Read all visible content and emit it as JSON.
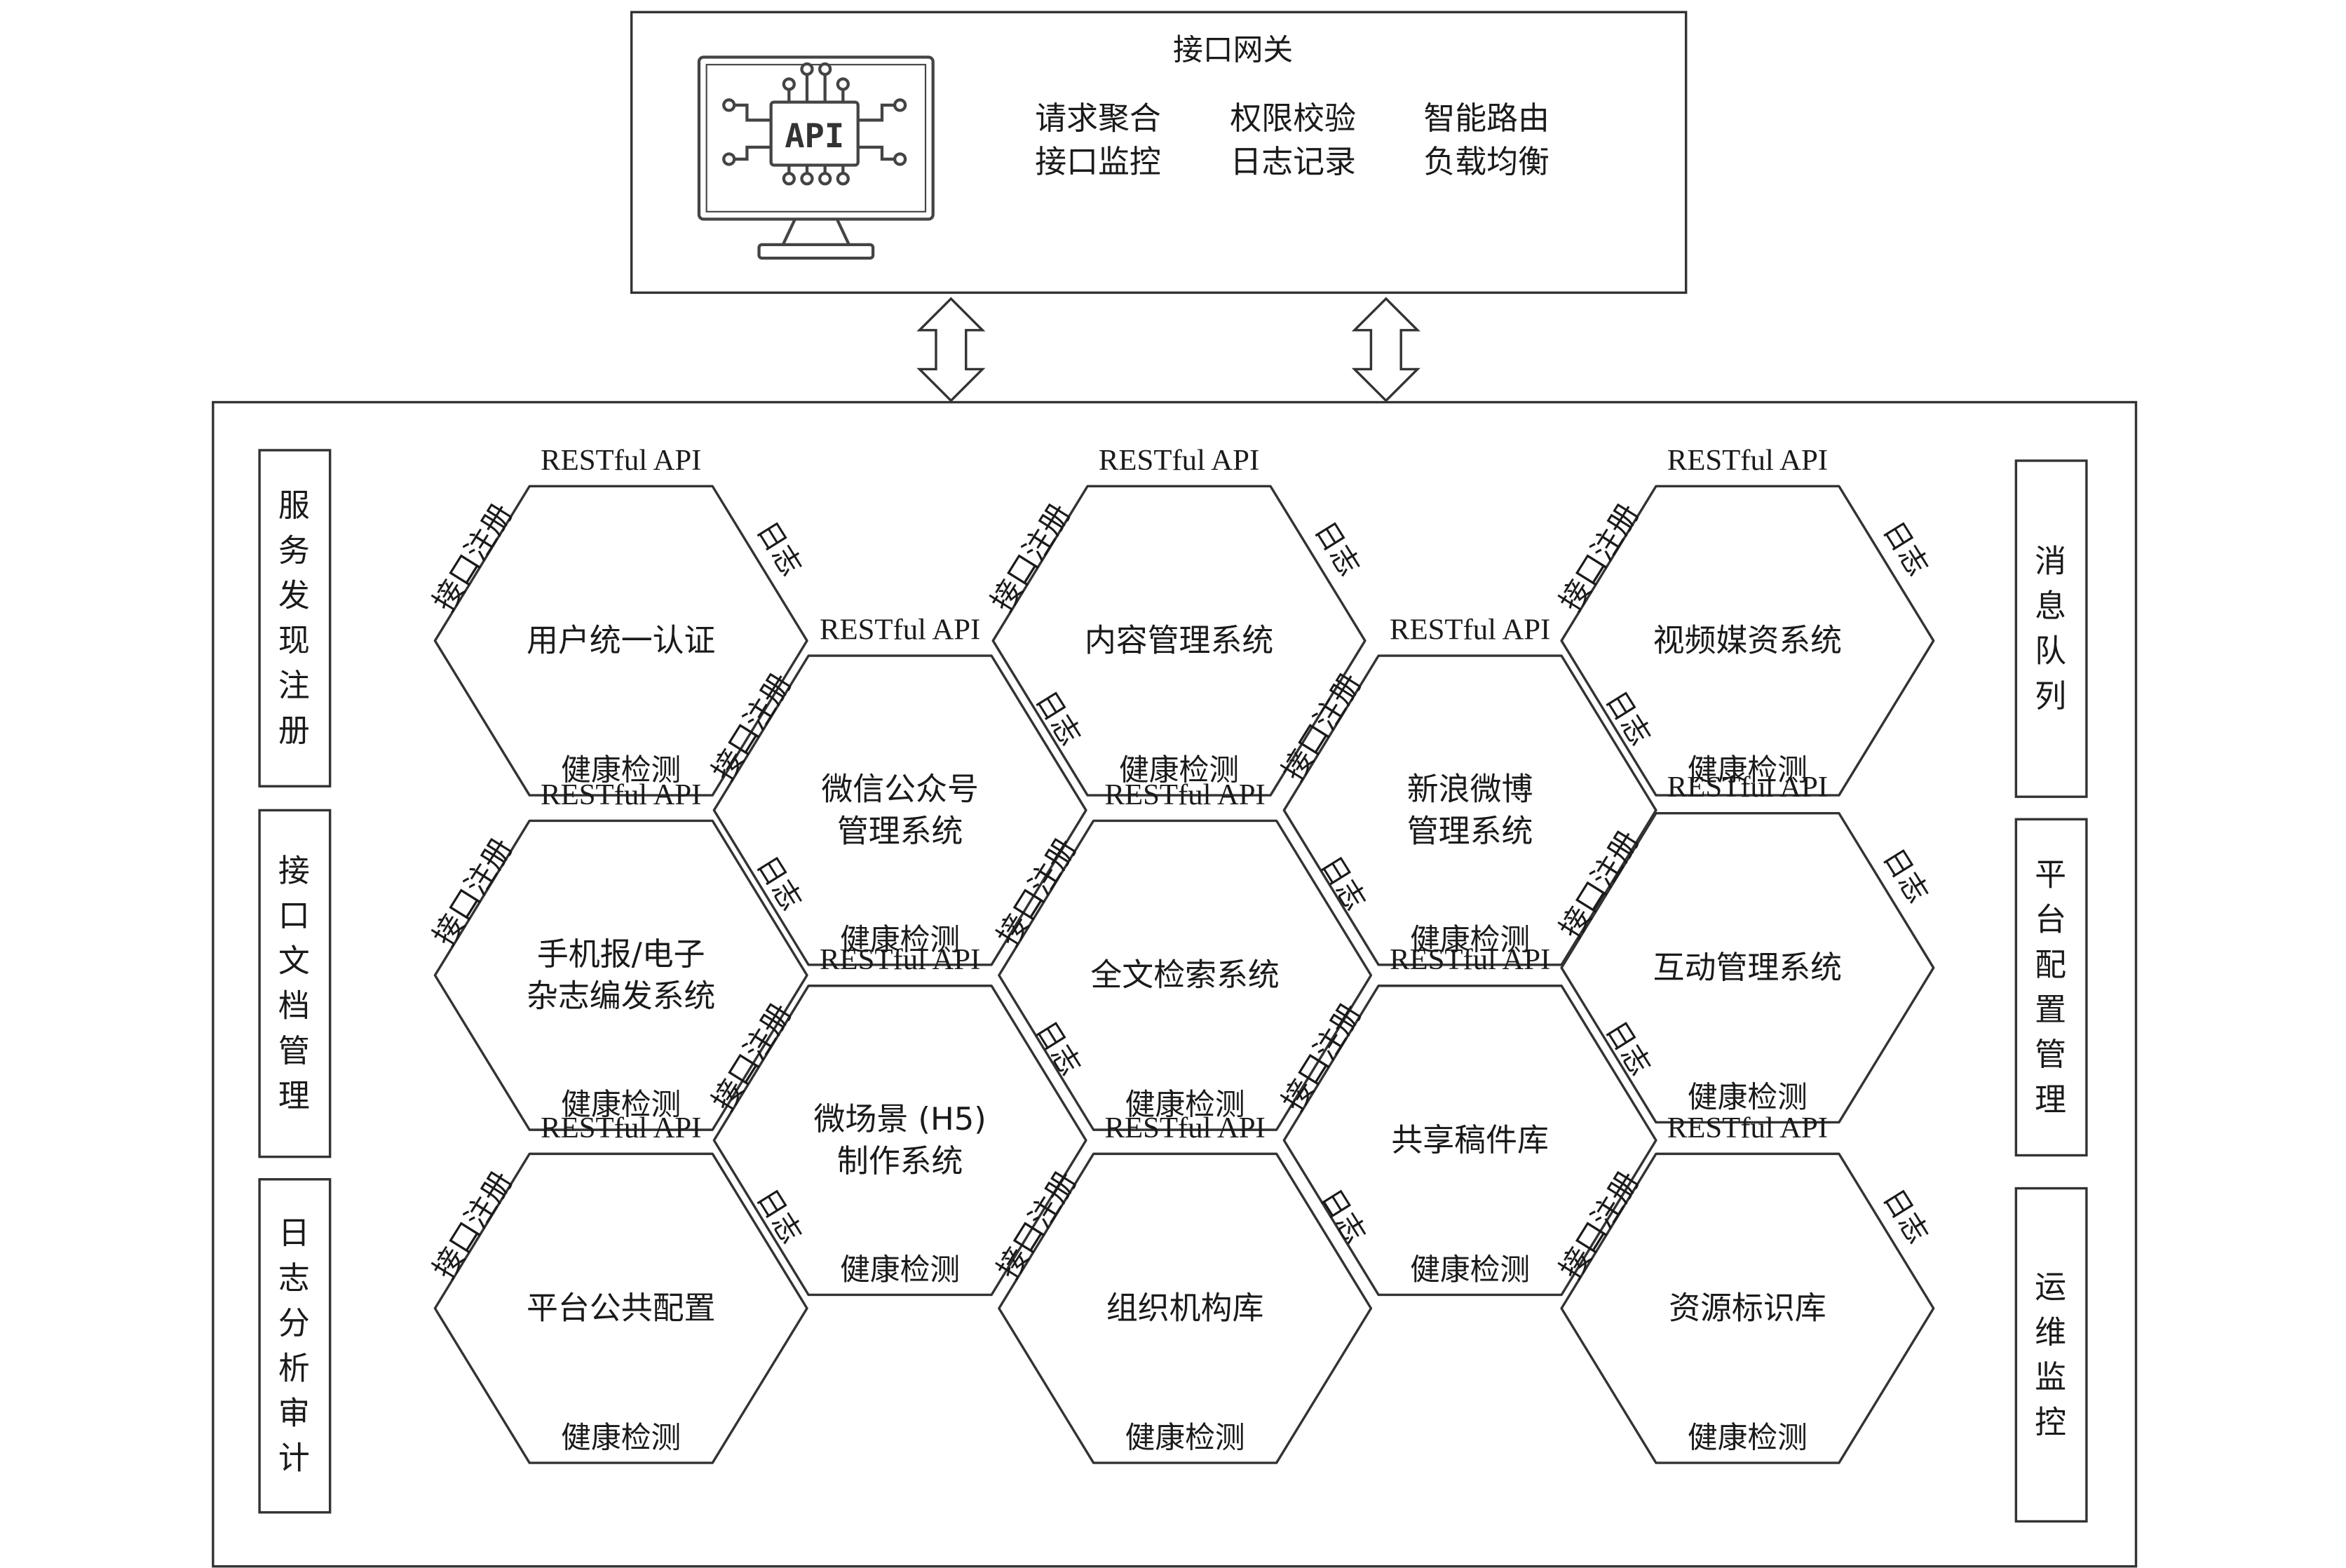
{
  "gateway": {
    "title": "接口网关",
    "icon": "api-monitor-icon",
    "icon_label": "API",
    "features": [
      [
        "请求聚合",
        "权限校验",
        "智能路由"
      ],
      [
        "接口监控",
        "日志记录",
        "负载均衡"
      ]
    ]
  },
  "left_panels": [
    {
      "label": "服务发现注册"
    },
    {
      "label": "接口文档管理"
    },
    {
      "label": "日志分析审计"
    }
  ],
  "right_panels": [
    {
      "label": "消息队列"
    },
    {
      "label": "平台配置管理"
    },
    {
      "label": "运维监控"
    }
  ],
  "edge_labels": {
    "api": "RESTful API",
    "register": "接口注册",
    "log": "日志",
    "health": "健康检测"
  },
  "services": [
    {
      "name": "用户统一认证"
    },
    {
      "name": "内容管理系统"
    },
    {
      "name": "视频媒资系统"
    },
    {
      "name": "微信公众号\n管理系统"
    },
    {
      "name": "新浪微博\n管理系统"
    },
    {
      "name": "手机报/电子\n杂志编发系统"
    },
    {
      "name": "全文检索系统"
    },
    {
      "name": "互动管理系统"
    },
    {
      "name": "微场景 (H5)\n制作系统"
    },
    {
      "name": "共享稿件库"
    },
    {
      "name": "平台公共配置"
    },
    {
      "name": "组织机构库"
    },
    {
      "name": "资源标识库"
    }
  ],
  "colors": {
    "stroke": "#333333",
    "text": "#1a1a1a",
    "background": "#ffffff"
  }
}
